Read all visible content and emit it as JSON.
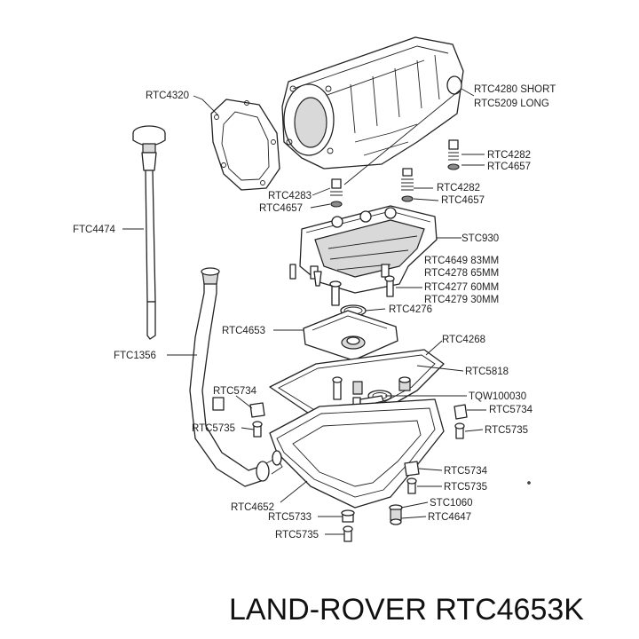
{
  "labels": {
    "rtc4320": "RTC4320",
    "ftc4474": "FTC4474",
    "ftc1356": "FTC1356",
    "rtc4280": "RTC4280 SHORT",
    "rtc5209": "RTC5209 LONG",
    "rtc4282_a": "RTC4282",
    "rtc4657_a": "RTC4657",
    "rtc4283": "RTC4283",
    "rtc4657_b": "RTC4657",
    "rtc4282_b": "RTC4282",
    "rtc4657_c": "RTC4657",
    "stc930": "STC930",
    "rtc4649": "RTC4649 83MM",
    "rtc4278": "RTC4278 65MM",
    "rtc4277": "RTC4277 60MM",
    "rtc4279": "RTC4279 30MM",
    "rtc4276": "RTC4276",
    "rtc4653": "RTC4653",
    "rtc4268": "RTC4268",
    "rtc5818": "RTC5818",
    "rtc5734_a": "RTC5734",
    "tqw100030": "TQW100030",
    "rtc5734_b": "RTC5734",
    "rtc5735_a": "RTC5735",
    "rtc5735_b": "RTC5735",
    "rtc5734_c": "RTC5734",
    "rtc5735_c": "RTC5735",
    "rtc4652": "RTC4652",
    "stc1060": "STC1060",
    "rtc5733": "RTC5733",
    "rtc4647": "RTC4647",
    "rtc5735_d": "RTC5735"
  },
  "caption": "LAND-ROVER RTC4653K"
}
